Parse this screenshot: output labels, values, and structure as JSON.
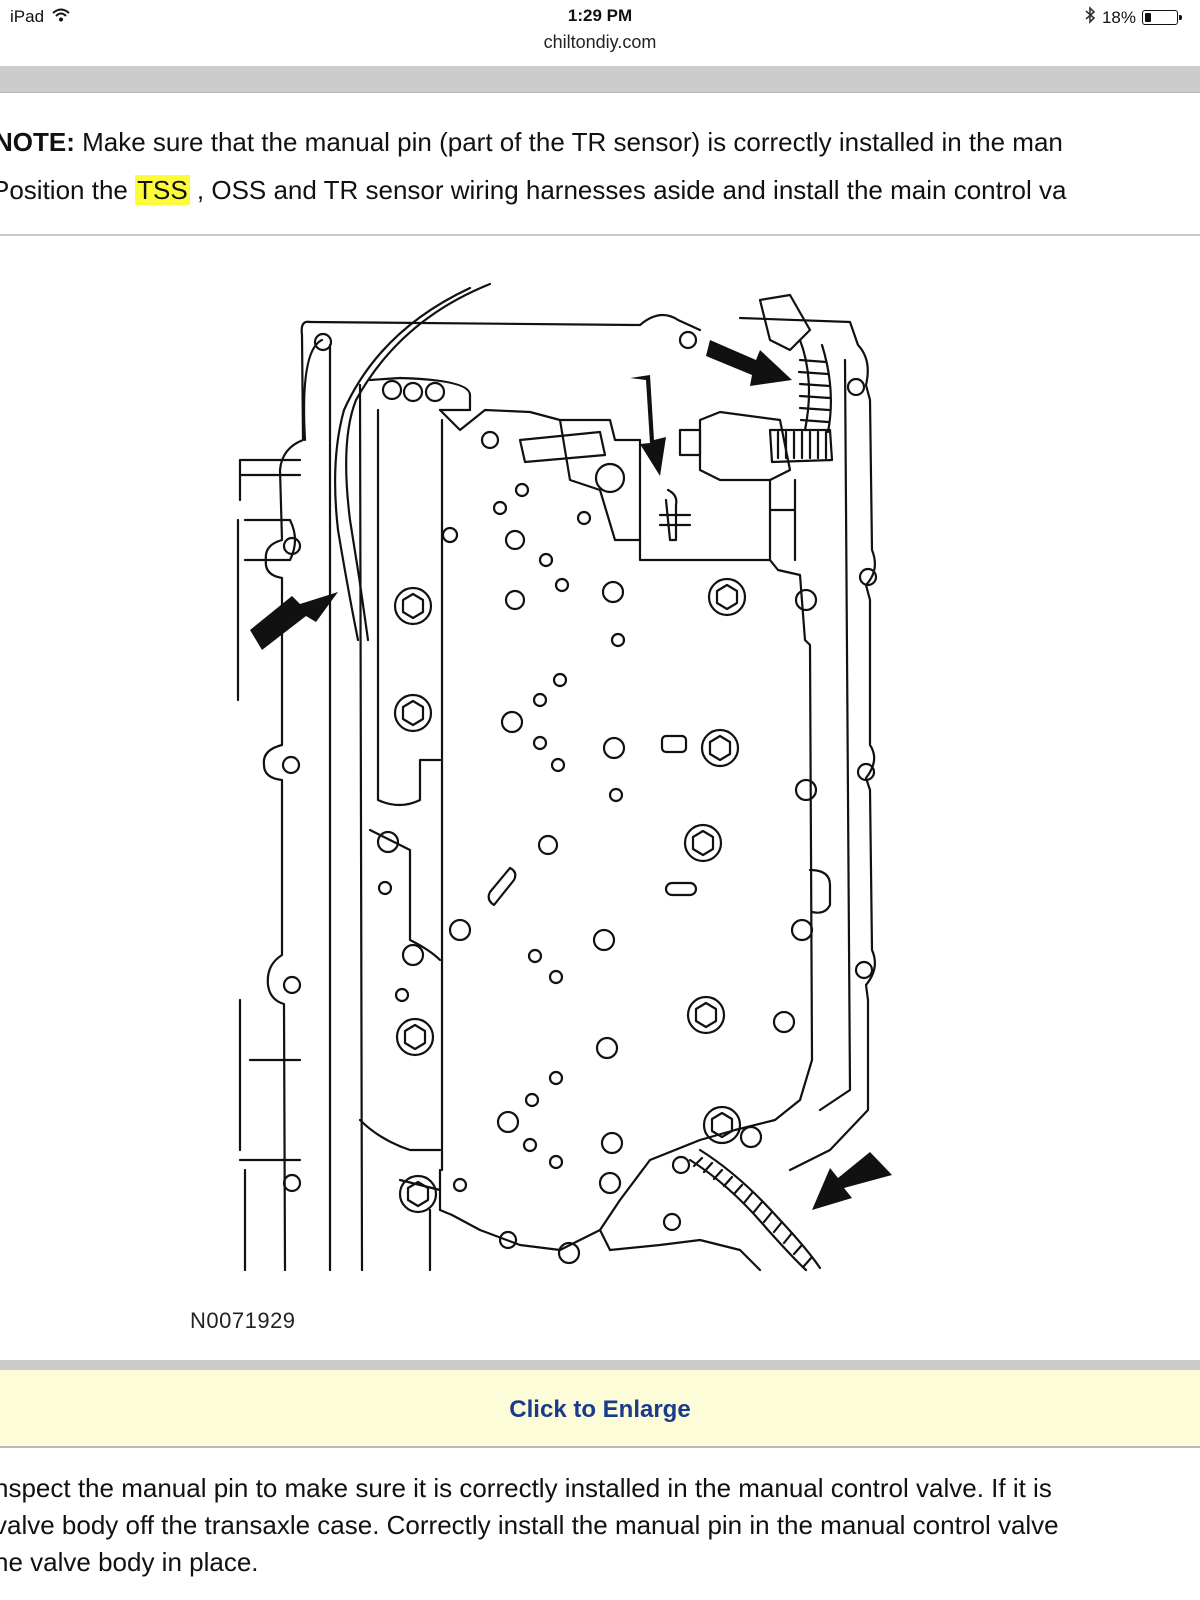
{
  "status_bar": {
    "device": "iPad",
    "time": "1:29 PM",
    "url": "chiltondiy.com",
    "battery": "18%"
  },
  "note": {
    "label": "NOTE:",
    "line1_rest": " Make sure that the manual pin (part of the TR sensor) is correctly installed in the man",
    "line2_start": "Position the ",
    "highlight": "TSS",
    "line2_rest": " , OSS and TR sensor wiring harnesses aside and install the main control va"
  },
  "figure": {
    "id": "N0071929"
  },
  "enlarge": {
    "label": "Click to Enlarge"
  },
  "body": {
    "lines": [
      "nspect the manual pin to make sure it is correctly installed in the manual control valve. If it is",
      "valve body off the transaxle case. Correctly install the manual pin in the manual control valve",
      "he valve body in place."
    ]
  }
}
